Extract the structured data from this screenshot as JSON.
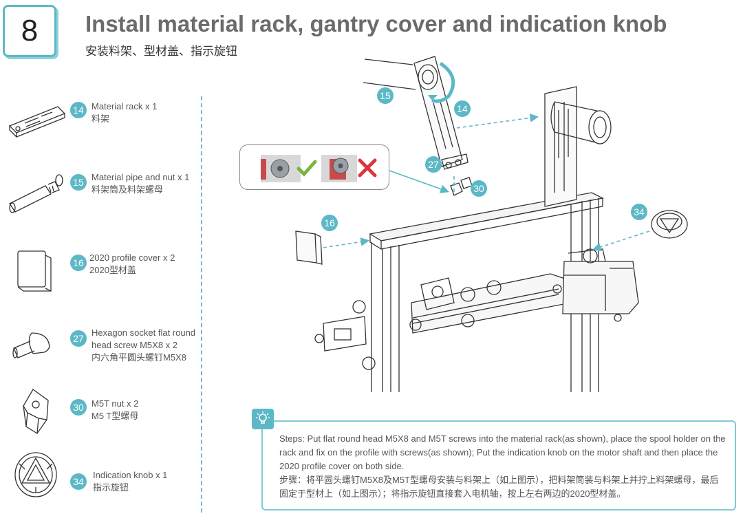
{
  "step": {
    "number": "8"
  },
  "title": "Install material rack, gantry cover and indication knob",
  "subtitle": "安装料架、型材盖、指示旋钮",
  "parts": [
    {
      "badge": "14",
      "lines": [
        "Material rack x 1",
        "料架"
      ]
    },
    {
      "badge": "15",
      "lines": [
        "Material pipe and nut  x 1",
        "料架筒及料架螺母"
      ]
    },
    {
      "badge": "16",
      "lines": [
        "2020 profile cover  x 2",
        "2020型材盖"
      ]
    },
    {
      "badge": "27",
      "lines": [
        "Hexagon socket flat round",
        "head screw M5X8  x 2",
        "内六角平圆头螺钉M5X8"
      ]
    },
    {
      "badge": "30",
      "lines": [
        "M5T nut  x 2",
        "M5 T型螺母"
      ]
    },
    {
      "badge": "34",
      "lines": [
        "Indication knob  x 1",
        "指示旋钮"
      ]
    }
  ],
  "diagram_callouts": {
    "c15": "15",
    "c14": "14",
    "c27": "27",
    "c30": "30",
    "c16": "16",
    "c34": "34"
  },
  "steps": {
    "en": "Steps: Put flat round head M5X8 and M5T screws into the material rack(as shown), place the spool holder on the rack and fix on the profile with screws(as shown); Put the indication knob on the motor shaft and then place the 2020 profile cover on both side.",
    "zh": "步骤：将平圆头螺钉M5X8及M5T型螺母安装与料架上（如上图示），把料架筒装与料架上并拧上料架螺母，最后固定于型材上（如上图示）；将指示旋钮直接套入电机轴，按上左右两边的2020型材盖。"
  },
  "colors": {
    "accent": "#5cb8c6",
    "check": "#7bb342",
    "cross": "#d9363e"
  },
  "icons": {
    "tip": "lightbulb-icon",
    "ok": "check-icon",
    "wrong": "cross-icon"
  }
}
